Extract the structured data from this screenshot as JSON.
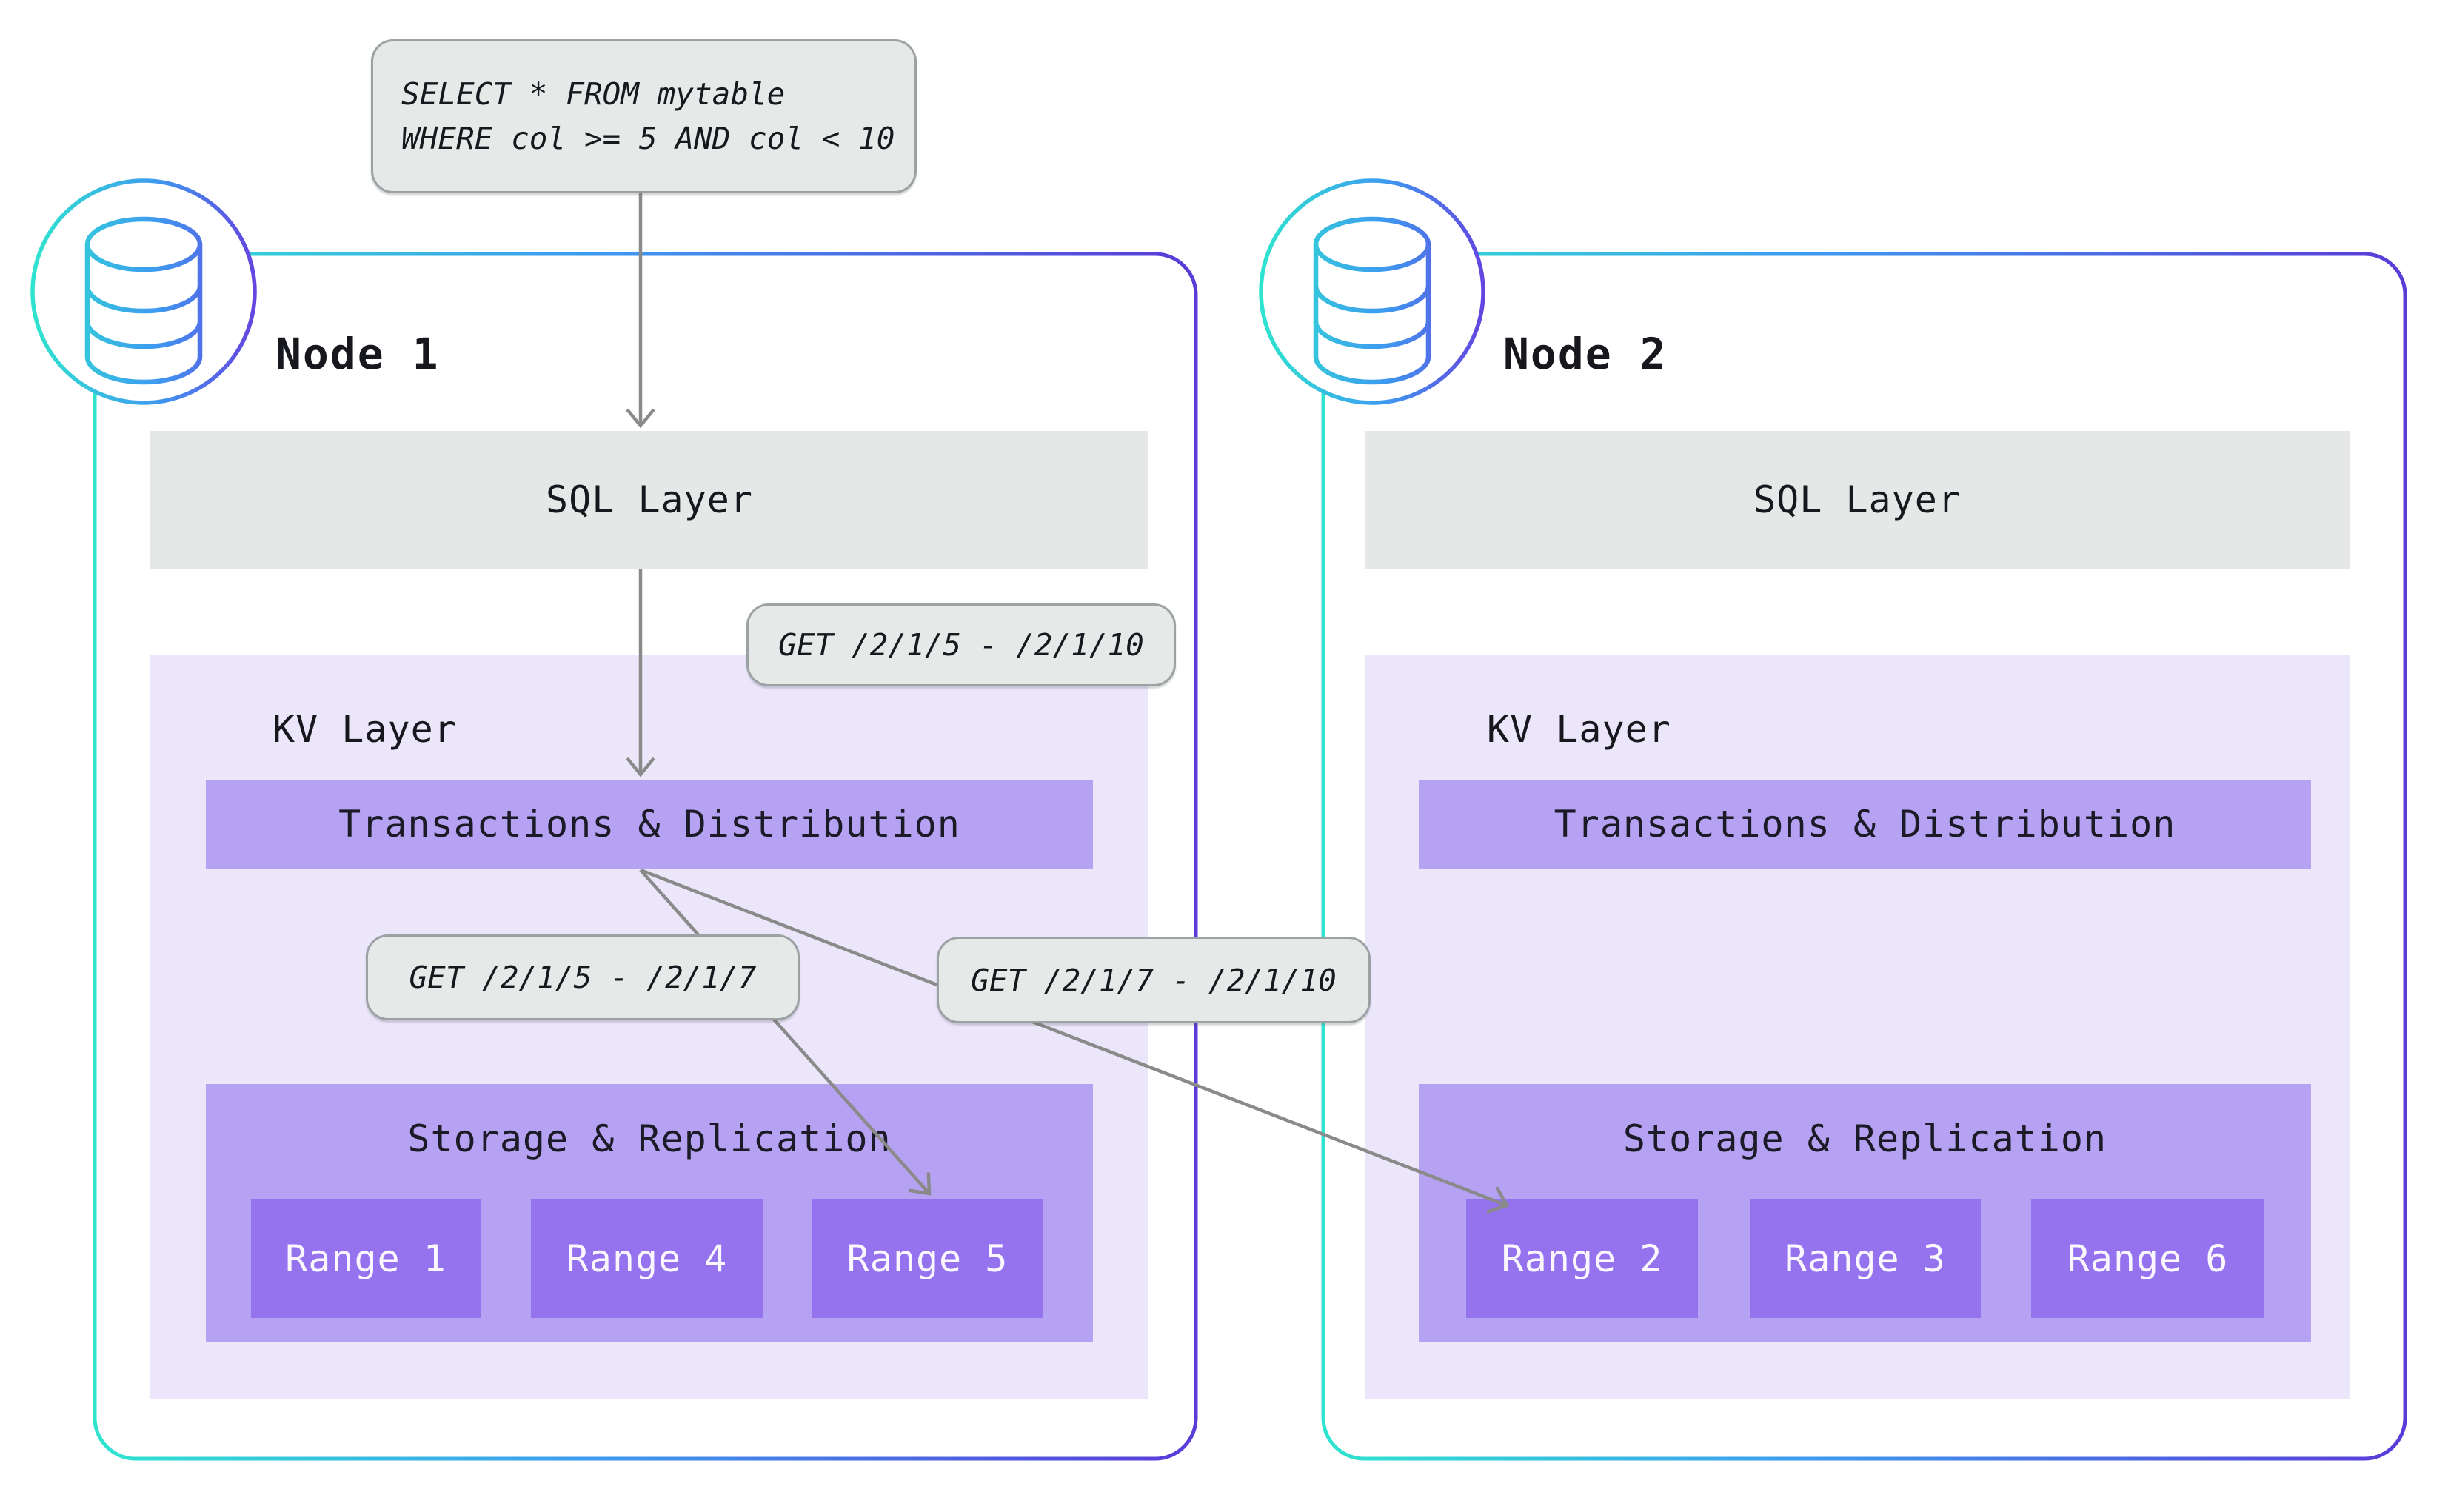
{
  "query_box": {
    "line1": "SELECT * FROM mytable",
    "line2": "WHERE col >= 5 AND col < 10"
  },
  "kv_requests": {
    "full_range": "GET /2/1/5 - /2/1/10",
    "left_split": "GET /2/1/5 - /2/1/7",
    "right_split": "GET /2/1/7 - /2/1/10"
  },
  "nodes": [
    {
      "title": "Node 1",
      "sql_layer_label": "SQL Layer",
      "kv_layer_label": "KV Layer",
      "transactions_label": "Transactions & Distribution",
      "storage_label": "Storage & Replication",
      "ranges": [
        "Range 1",
        "Range 4",
        "Range 5"
      ]
    },
    {
      "title": "Node 2",
      "sql_layer_label": "SQL Layer",
      "kv_layer_label": "KV Layer",
      "transactions_label": "Transactions & Distribution",
      "storage_label": "Storage & Replication",
      "ranges": [
        "Range 2",
        "Range 3",
        "Range 6"
      ]
    }
  ],
  "icons": {
    "database": "database-cylinder-in-gradient-circle"
  },
  "colors": {
    "node_border_gradient_start": "#2FE4CE",
    "node_border_gradient_mid": "#3D9BF0",
    "node_border_gradient_end": "#5A3BD8",
    "sql_layer_gray": "#E6E8E7",
    "callout_gray": "#E7E9E9",
    "callout_border": "#9CA1A4",
    "kv_layer_bg": "#ECE6FB",
    "transactions_storage_purple": "#B6A2F2",
    "range_purple": "#9573EE",
    "arrow_gray": "#8A8A8A",
    "text_dark": "#17181D",
    "range_text": "#FAF7FF"
  }
}
